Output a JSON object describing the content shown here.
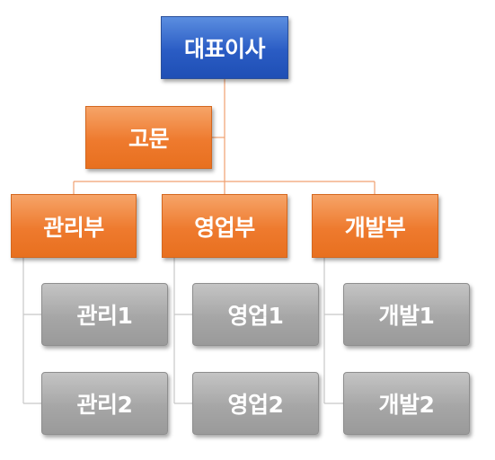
{
  "org_chart": {
    "ceo": "대표이사",
    "advisor": "고문",
    "departments": [
      {
        "name": "관리부",
        "teams": [
          "관리1",
          "관리2"
        ]
      },
      {
        "name": "영업부",
        "teams": [
          "영업1",
          "영업2"
        ]
      },
      {
        "name": "개발부",
        "teams": [
          "개발1",
          "개발2"
        ]
      }
    ]
  },
  "colors": {
    "ceo_box": "#2a5cc4",
    "department_box": "#ee7a2e",
    "team_box": "#a6a6a6",
    "connector": "#f0a070",
    "team_connector": "#c8c8c8"
  }
}
